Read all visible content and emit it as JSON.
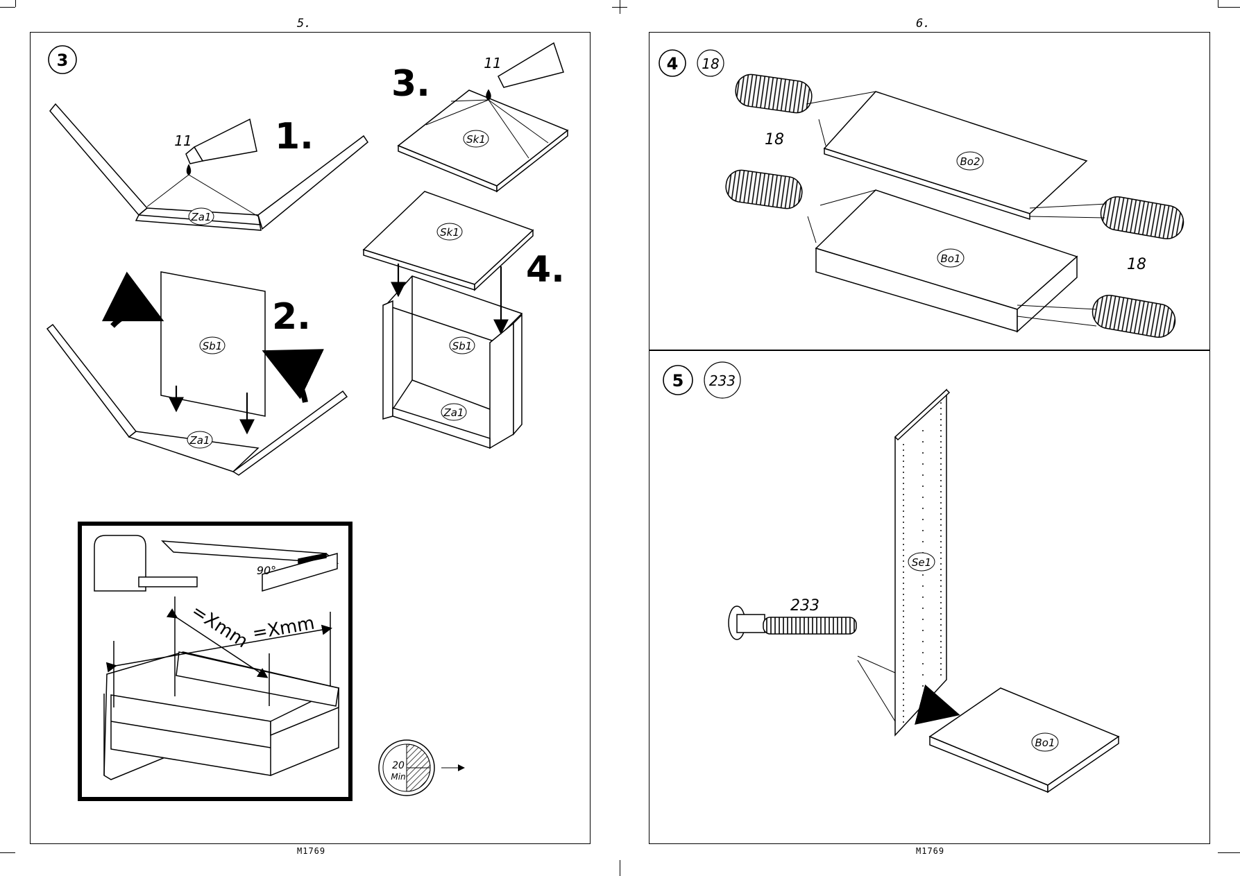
{
  "pages": {
    "left_number": "5.",
    "right_number": "6.",
    "left_footer": "M1769",
    "right_footer": "M1769"
  },
  "steps": {
    "step3": {
      "number": "3",
      "substeps": [
        "1.",
        "2.",
        "3.",
        "4."
      ],
      "glue_ref": "11",
      "glue_ref_2": "11",
      "labels": {
        "za1_a": "Za1",
        "za1_b": "Za1",
        "za1_c": "Za1",
        "sb1_a": "Sb1",
        "sb1_b": "Sb1",
        "sk1_a": "Sk1",
        "sk1_b": "Sk1"
      },
      "measure": {
        "diag1": "=Xmm",
        "diag2": "=Xmm",
        "angle": "90°"
      },
      "timer": {
        "value": "20",
        "unit": "Min"
      }
    },
    "step4": {
      "number": "4",
      "qty": "18",
      "ref_a": "18",
      "ref_b": "18",
      "labels": {
        "bo2": "Bo2",
        "bo1": "Bo1"
      }
    },
    "step5": {
      "number": "5",
      "qty": "233",
      "ref": "233",
      "labels": {
        "se1": "Se1",
        "bo1": "Bo1"
      }
    }
  }
}
